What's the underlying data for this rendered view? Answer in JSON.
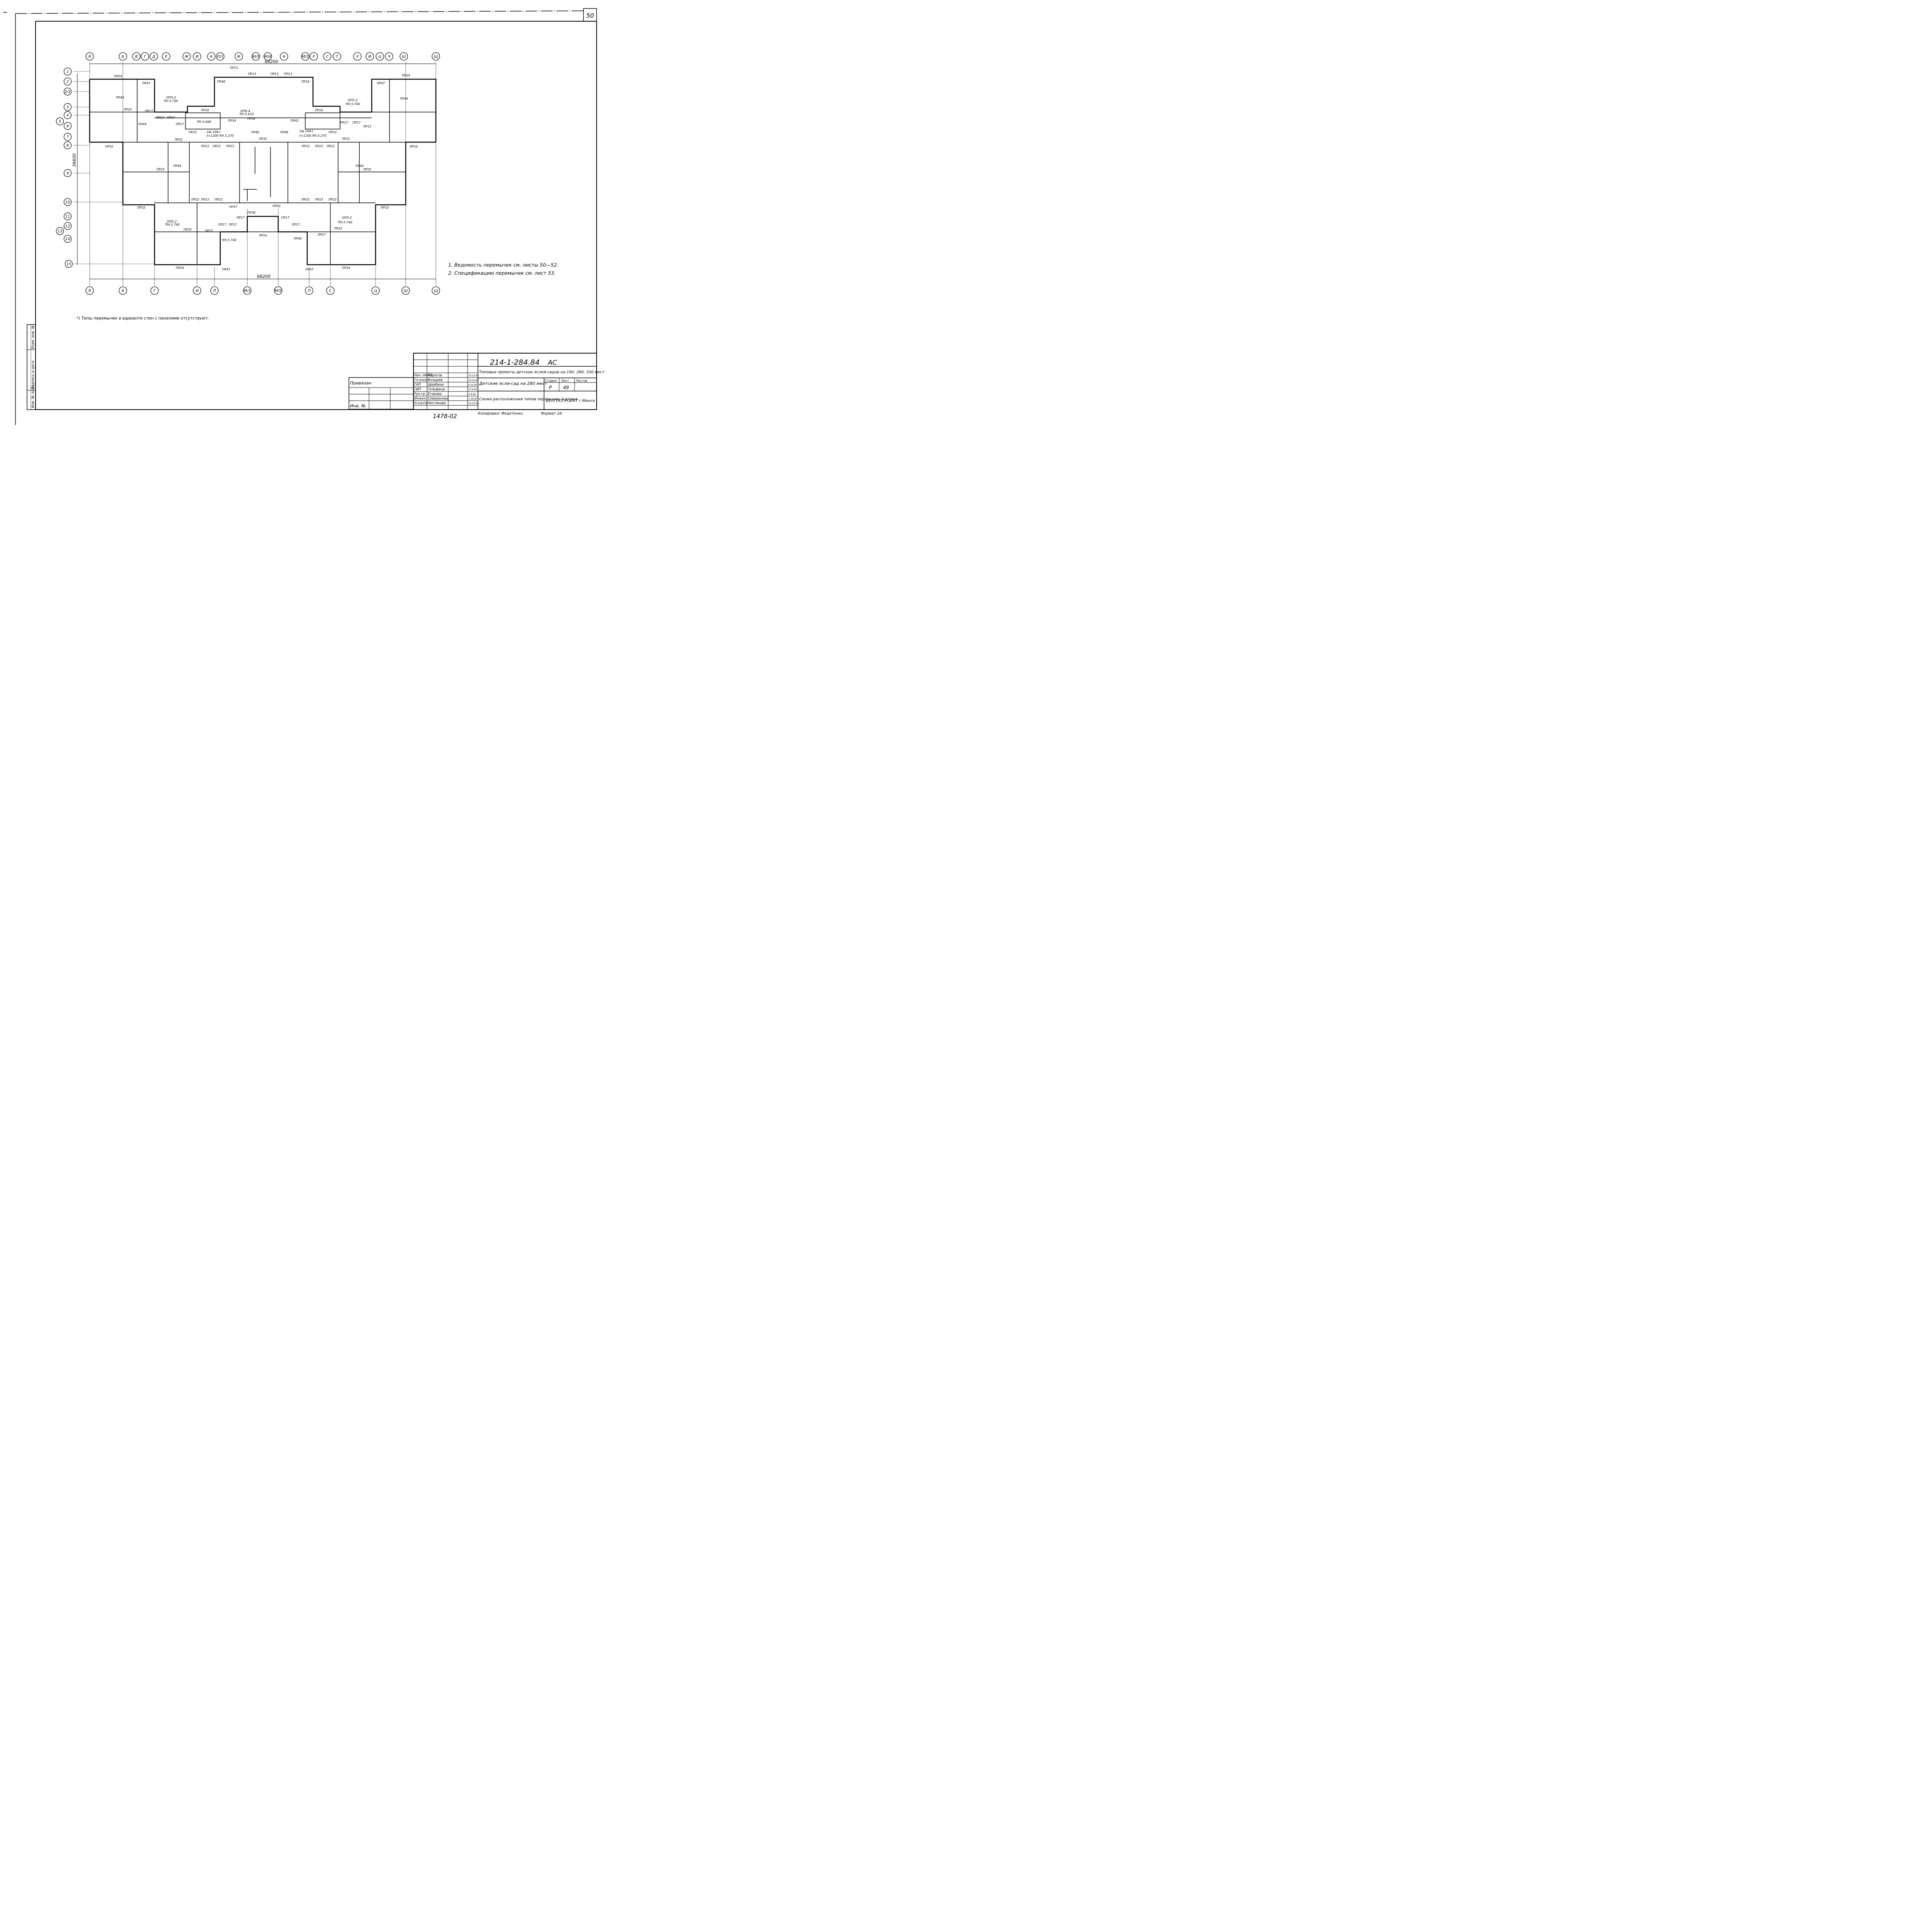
{
  "sheet_number": "50",
  "axes_top": [
    "Я",
    "Б",
    "В",
    "Г",
    "Д",
    "Е",
    "Ж",
    "И",
    "К",
    "Л/1",
    "М",
    "М/3",
    "М/4",
    "Н",
    "М/1",
    "Р",
    "С",
    "Т",
    "У",
    "Ф",
    "Ц",
    "Ч",
    "Ш",
    "Щ"
  ],
  "axes_bottom": [
    "Я",
    "Б",
    "Г",
    "И",
    "Л",
    "М/1",
    "М/5",
    "П",
    "С",
    "Ц",
    "Ш",
    "Щ"
  ],
  "axes_left": [
    "1",
    "2",
    "2/1",
    "3",
    "4",
    "5",
    "6",
    "7",
    "8",
    "9",
    "10",
    "11",
    "12",
    "13",
    "14",
    "15"
  ],
  "dimensions": {
    "top": "68200",
    "bottom": "68200",
    "left": "36600"
  },
  "lintel_labels": [
    "ПР24",
    "ПР47",
    "ПР16",
    "ПР11",
    "ПР44",
    "ОП5-2",
    "∇Н.5.740",
    "ПР25",
    "ПР27",
    "ПР28",
    "ПР9",
    "ПР17",
    "ПР13",
    "ПР48",
    "ПР18",
    "ОП6-4",
    "∇Н.5.610",
    "ПР35",
    "ПР34",
    "ПР40",
    "ПР42",
    "ПР46",
    "ПР33",
    "ПР51",
    "∇Н.5.690",
    "2ф 10А-I",
    "ℓ=1200 ∇Н.5.270",
    "ПР10",
    "ПР31",
    "ПР32",
    "ПР22",
    "ПР23",
    "ПР21",
    "ПР29",
    "ПР45",
    "ПР37",
    "ПР38",
    "ПР50",
    "ПР15"
  ],
  "notes": [
    "1. Ведомость перемычек см. листы 50—52.",
    "2. Спецификацию перемычек см. лист 53."
  ],
  "footnote": "*) Типы перемычек в варианте стен с панелями отсутствуют.",
  "side_stamp": [
    "Инв. № подл.",
    "Подпись и дата",
    "Взам. инв. №"
  ],
  "privyazan": "Привязан",
  "inv_no": "Инв. №",
  "title_block": {
    "code": "214-1-284.84",
    "mark": "АС",
    "project": "Типовые проекты детских яслей-садов на 190, 280, 330 мест",
    "object": "Детские ясли-сад на 280 мест",
    "drawing": "Схема расположения типов перемычек 2 этажа",
    "stage_label": "Стадия",
    "sheet_label": "Лист",
    "sheets_label": "Листов",
    "stage": "Р",
    "sheet": "49",
    "org": "БЕЛГОСПРОЕКТ г.Минск",
    "roles": [
      "Нач. АКМБ",
      "Гл.конст.",
      "ГАП",
      "ГИП",
      "Рук.гр.",
      "Инжен.",
      "Н.контр."
    ],
    "names": [
      "Пирогов",
      "Козырев",
      "Щербина",
      "Гельфанд",
      "Егорова",
      "Северинова",
      "Чистякова"
    ],
    "dates": [
      "10.10.83",
      "10.10.83",
      "6.10.83",
      "27.9.83",
      "3.9.83",
      "1.09.83",
      "10.10.83"
    ],
    "copied": "Копировал: Федотенко",
    "format": "Формат 2А"
  },
  "archive_number": "1478-02"
}
